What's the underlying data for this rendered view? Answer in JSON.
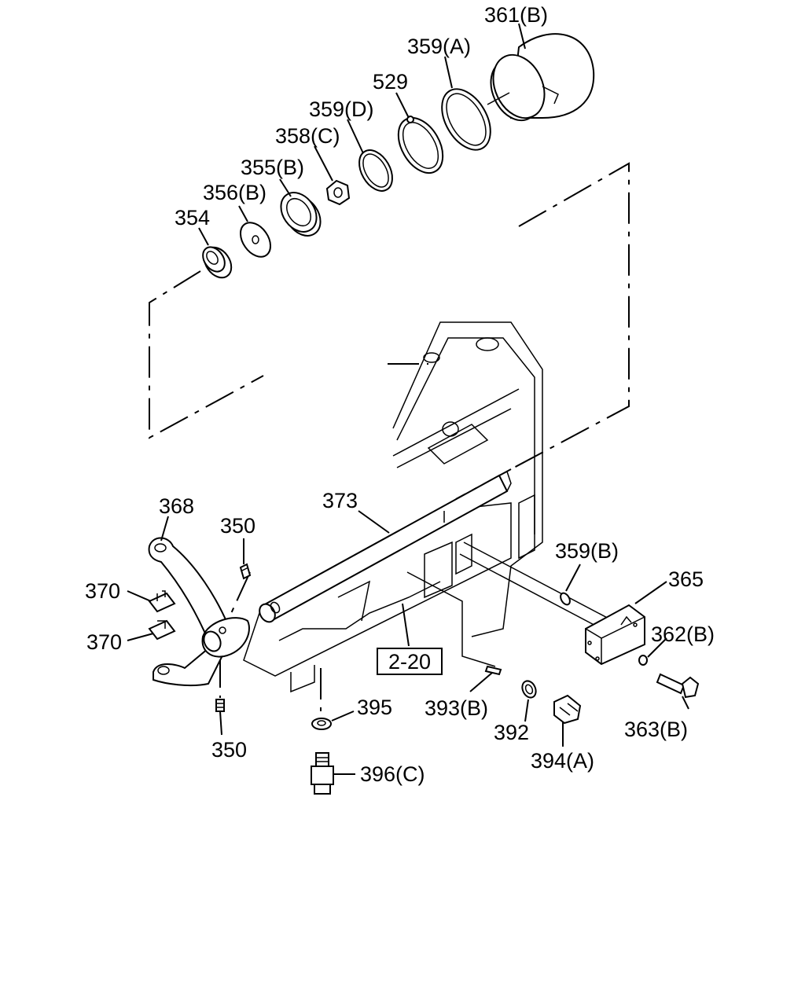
{
  "labels": {
    "p361b": "361(B)",
    "p359a": "359(A)",
    "p529": "529",
    "p359d": "359(D)",
    "p358c": "358(C)",
    "p355b": "355(B)",
    "p356b": "356(B)",
    "p354": "354",
    "p368": "368",
    "p350top": "350",
    "p373": "373",
    "p370a": "370",
    "p370b": "370",
    "p359b": "359(B)",
    "p365": "365",
    "p362b": "362(B)",
    "p363b": "363(B)",
    "p395": "395",
    "p393b": "393(B)",
    "p392": "392",
    "p394a": "394(A)",
    "p396c": "396(C)",
    "p350bottom": "350",
    "ref": "2-20"
  }
}
